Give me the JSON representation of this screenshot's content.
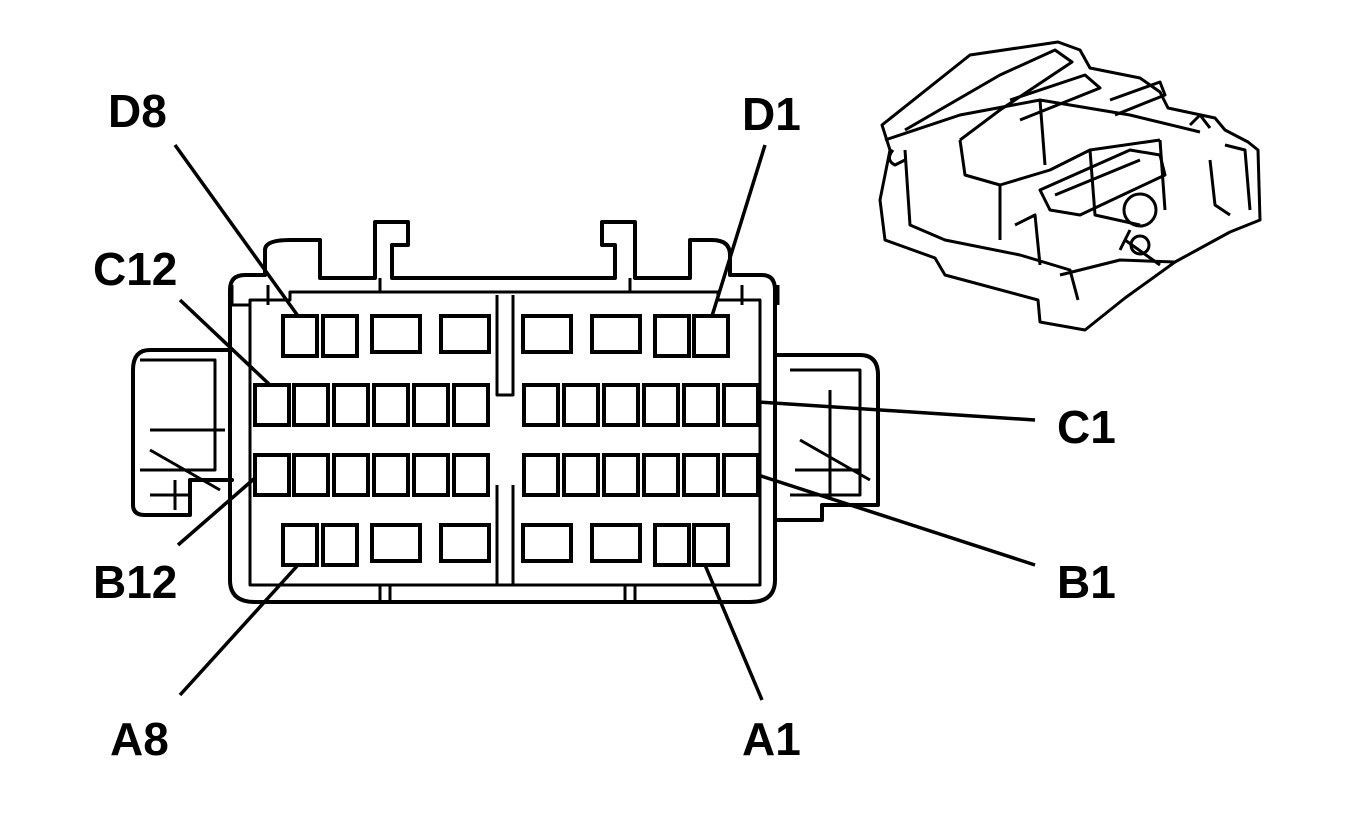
{
  "labels": {
    "d8": "D8",
    "d1": "D1",
    "c12": "C12",
    "c1": "C1",
    "b12": "B12",
    "b1": "B1",
    "a8": "A8",
    "a1": "A1"
  }
}
